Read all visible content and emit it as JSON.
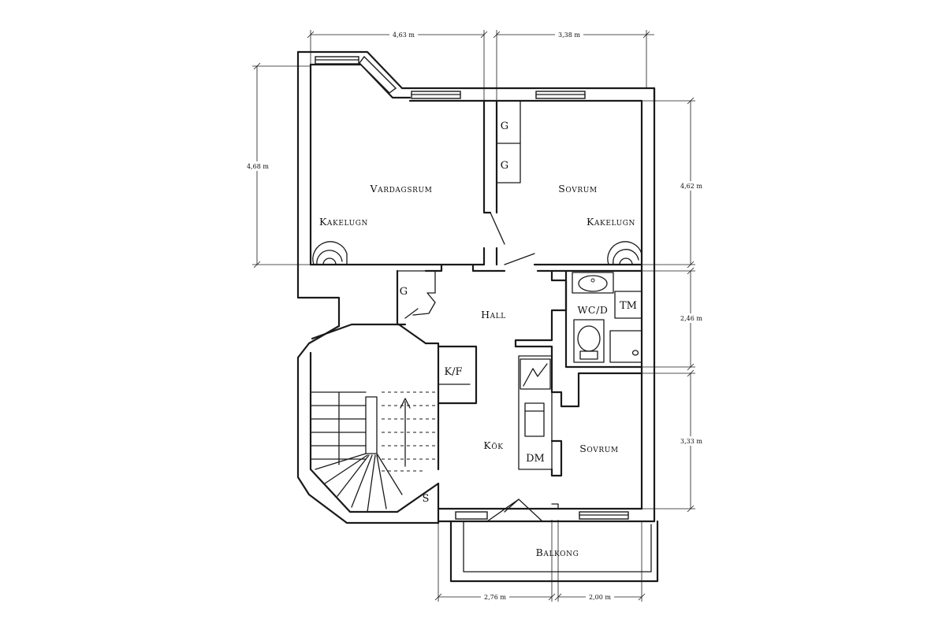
{
  "rooms": {
    "vardagsrum": "Vardagsrum",
    "sovrum_top": "Sovrum",
    "kakelugn_left": "Kakelugn",
    "kakelugn_right": "Kakelugn",
    "hall": "Hall",
    "wcd": "WC/D",
    "kok": "Kök",
    "sovrum_bottom": "Sovrum",
    "balkong": "Balkong"
  },
  "fixtures": {
    "g1": "G",
    "g2": "G",
    "g3": "G",
    "tm": "TM",
    "kf": "K/F",
    "dm": "DM",
    "s": "S"
  },
  "dimensions": {
    "top_left": "4,63 m",
    "top_right": "3,38 m",
    "left": "4,68 m",
    "right_upper": "4,62 m",
    "right_middle": "2,46 m",
    "right_lower": "3,33 m",
    "bottom_left": "2,76 m",
    "bottom_right": "2,00 m"
  }
}
